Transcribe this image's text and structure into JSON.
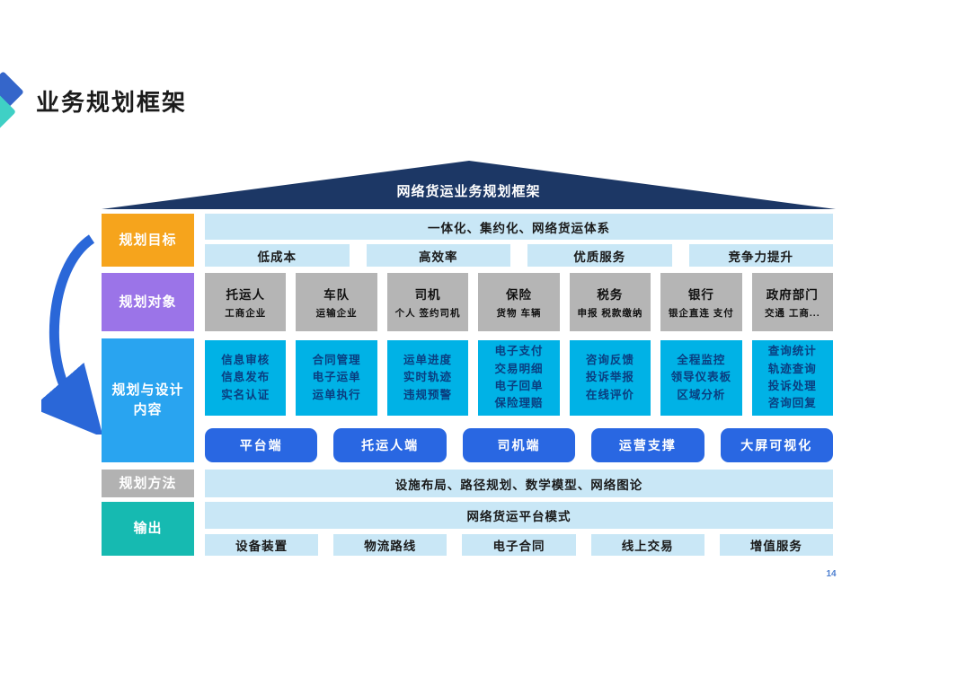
{
  "page": {
    "title": "业务规划框架",
    "page_number": "14"
  },
  "icons": {
    "title_marker": "double-diamond-ribbon",
    "flow_arrow": "curved-arrow-down"
  },
  "colors": {
    "roof_navy": "#1c3765",
    "goal_orange": "#f6a41c",
    "object_purple": "#9b74e8",
    "design_blue": "#29a4f0",
    "method_gray": "#b2b2b2",
    "output_teal": "#16bab1",
    "light_blue_box": "#c9e7f6",
    "cyan_box": "#00b2e6",
    "cyan_box_text": "#0a3e80",
    "terminal_button_blue": "#2967e2",
    "arrow_blue": "#2a67d8"
  },
  "roof": {
    "title": "网络货运业务规划框架"
  },
  "rows": {
    "goals": {
      "label": "规划目标",
      "banner": "一体化、集约化、网络货运体系",
      "items": [
        "低成本",
        "高效率",
        "优质服务",
        "竞争力提升"
      ]
    },
    "objects": {
      "label": "规划对象",
      "items": [
        {
          "title": "托运人",
          "sub": "工商企业"
        },
        {
          "title": "车队",
          "sub": "运输企业"
        },
        {
          "title": "司机",
          "sub": "个人  签约司机"
        },
        {
          "title": "保险",
          "sub": "货物  车辆"
        },
        {
          "title": "税务",
          "sub": "申报  税款缴纳"
        },
        {
          "title": "银行",
          "sub": "银企直连 支付"
        },
        {
          "title": "政府部门",
          "sub": "交通  工商..."
        }
      ]
    },
    "design": {
      "label_lines": [
        "规划与设计",
        "内容"
      ],
      "feature_groups": [
        [
          "信息审核",
          "信息发布",
          "实名认证"
        ],
        [
          "合同管理",
          "电子运单",
          "运单执行"
        ],
        [
          "运单进度",
          "实时轨迹",
          "违规预警"
        ],
        [
          "电子支付",
          "交易明细",
          "电子回单",
          "保险理赔"
        ],
        [
          "咨询反馈",
          "投诉举报",
          "在线评价"
        ],
        [
          "全程监控",
          "领导仪表板",
          "区域分析"
        ],
        [
          "查询统计",
          "轨迹查询",
          "投诉处理",
          "咨询回复"
        ]
      ],
      "terminals": [
        "平台端",
        "托运人端",
        "司机端",
        "运营支撑",
        "大屏可视化"
      ]
    },
    "methods": {
      "label": "规划方法",
      "banner": "设施布局、路径规划、数学模型、网络图论"
    },
    "output": {
      "label": "输出",
      "banner": "网络货运平台模式",
      "items": [
        "设备装置",
        "物流路线",
        "电子合同",
        "线上交易",
        "增值服务"
      ]
    }
  }
}
